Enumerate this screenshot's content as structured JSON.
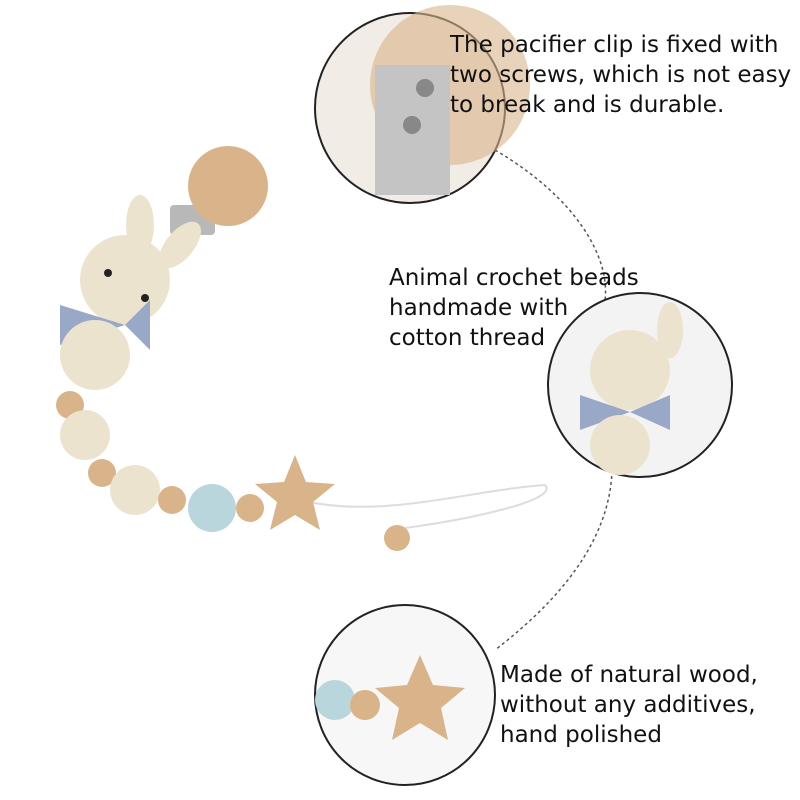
{
  "captions": {
    "clip": [
      "The pacifier clip is fixed with",
      "two screws, which is not easy",
      "to break and is durable."
    ],
    "crochet": [
      "Animal crochet beads",
      "handmade with",
      "cotton thread"
    ],
    "wood": [
      "Made of natural wood,",
      "without any additives,",
      "hand polished"
    ]
  },
  "colors": {
    "wood": "#d9b48a",
    "crochet": "#ece3cf",
    "bow": "#9aa8c8",
    "blue_bead": "#b9d6dc",
    "metal": "#b8b8b8"
  }
}
